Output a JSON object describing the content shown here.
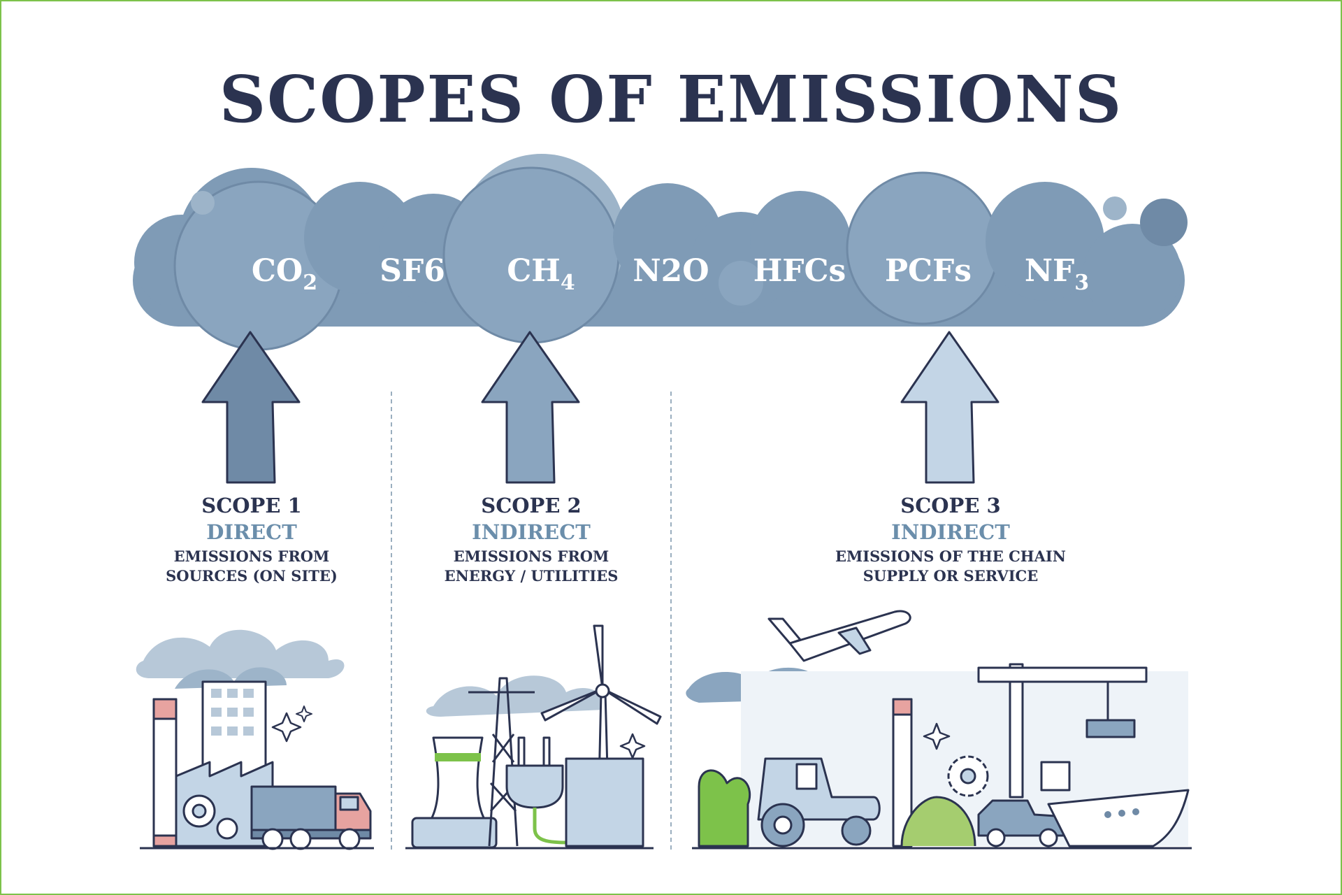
{
  "title": "SCOPES OF EMISSIONS",
  "gases": [
    {
      "base": "CO",
      "sub": "2"
    },
    {
      "base": "SF",
      "sub": "6"
    },
    {
      "base": "CH",
      "sub": "4"
    },
    {
      "base": "N",
      "sub": "2",
      "tail": "O"
    },
    {
      "base": "HFCs",
      "sub": ""
    },
    {
      "base": "PCFs",
      "sub": ""
    },
    {
      "base": "NF",
      "sub": "3"
    }
  ],
  "scopes": [
    {
      "title": "SCOPE 1",
      "type": "DIRECT",
      "desc_line1": "EMISSIONS FROM",
      "desc_line2": "SOURCES (ON SITE)"
    },
    {
      "title": "SCOPE 2",
      "type": "INDIRECT",
      "desc_line1": "EMISSIONS FROM",
      "desc_line2": "ENERGY / UTILITIES"
    },
    {
      "title": "SCOPE 3",
      "type": "INDIRECT",
      "desc_line1": "EMISSIONS OF THE CHAIN",
      "desc_line2": "SUPPLY OR SERVICE"
    }
  ],
  "icons": [
    "factory-icon",
    "truck-icon",
    "power-plant-icon",
    "electric-plug-icon",
    "wind-turbine-icon",
    "airplane-icon",
    "tractor-icon",
    "crane-icon",
    "ship-icon",
    "car-icon"
  ],
  "colors": {
    "title": "#2b3350",
    "cloud": "#7f9bb6",
    "cloud_light": "#9db4c9",
    "scope_type": "#6b8eab",
    "frame": "#7dc24a",
    "arrow_dark": "#6f8aa6",
    "arrow_mid": "#8aa5bf",
    "arrow_light": "#c3d5e6"
  }
}
